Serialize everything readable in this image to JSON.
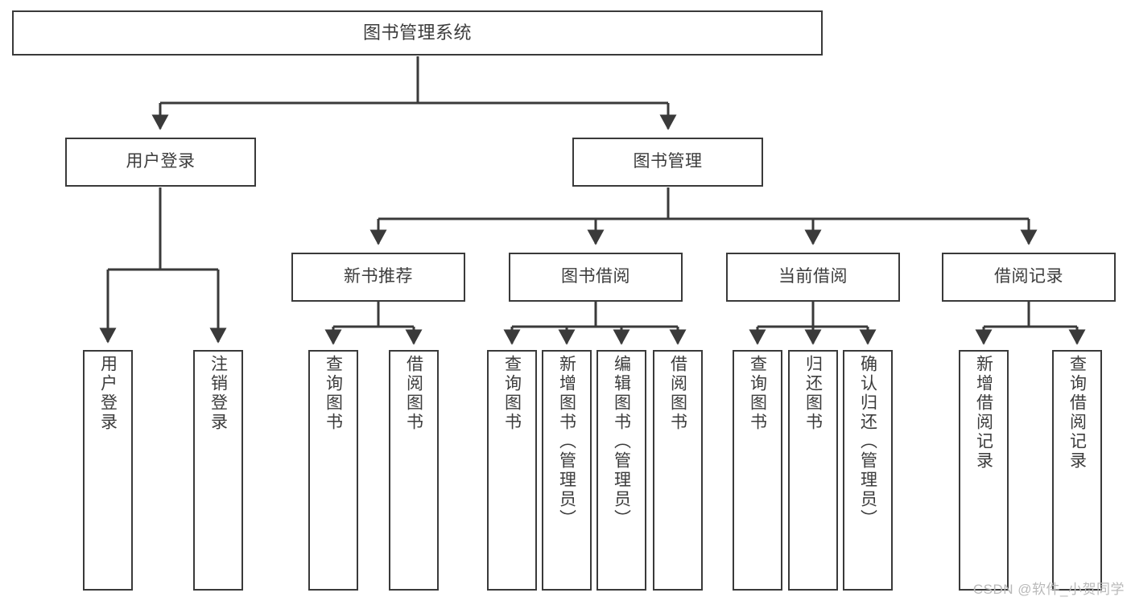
{
  "diagram": {
    "title": "图书管理系统",
    "type": "tree",
    "watermark": "CSDN @软件_小贺同学",
    "line_color": "#3a3a3a",
    "box_fill": "#ffffff",
    "text_color": "#3c3c3c"
  },
  "nodes": {
    "root": {
      "label": "图书管理系统"
    },
    "level2": [
      {
        "label": "用户登录"
      },
      {
        "label": "图书管理"
      }
    ],
    "level3": [
      {
        "label": "新书推荐"
      },
      {
        "label": "图书借阅"
      },
      {
        "label": "当前借阅"
      },
      {
        "label": "借阅记录"
      }
    ],
    "leaves": {
      "user_login": [
        {
          "label": "用户登录"
        },
        {
          "label": "注销登录"
        }
      ],
      "new_book": [
        {
          "label": "查询图书"
        },
        {
          "label": "借阅图书"
        }
      ],
      "book_borrow": [
        {
          "label": "查询图书"
        },
        {
          "label": "新增图书（管理员）"
        },
        {
          "label": "编辑图书（管理员）"
        },
        {
          "label": "借阅图书"
        }
      ],
      "current_borrow": [
        {
          "label": "查询图书"
        },
        {
          "label": "归还图书"
        },
        {
          "label": "确认归还（管理员）"
        }
      ],
      "borrow_record": [
        {
          "label": "新增借阅记录"
        },
        {
          "label": "查询借阅记录"
        }
      ]
    }
  }
}
